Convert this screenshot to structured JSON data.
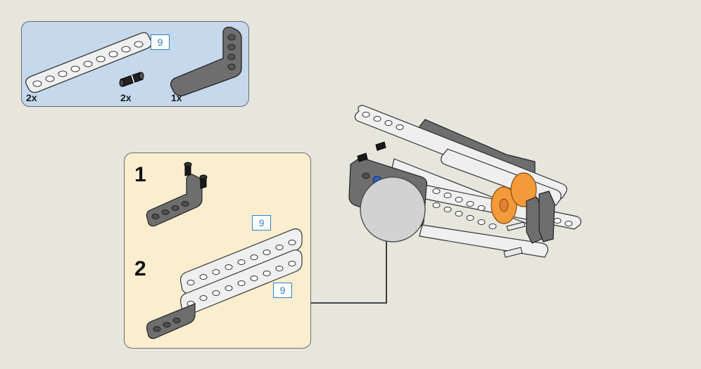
{
  "parts_list": [
    {
      "qty": "2x",
      "length": "9"
    },
    {
      "qty": "2x"
    },
    {
      "qty": "1x"
    }
  ],
  "substeps": [
    {
      "number": "1"
    },
    {
      "number": "2",
      "length_tags": [
        "9",
        "9"
      ]
    }
  ],
  "colors": {
    "parts_bg": "#c5d8ec",
    "substep_bg": "#fbeecf",
    "page_bg": "#e6e6dd",
    "light_gray": "#e9e9e9",
    "dark_gray": "#6e6e6e",
    "black_pin": "#1a1a1a",
    "orange": "#f39a3a",
    "blue_pin": "#2a62c6",
    "length_blue": "#2a83c8"
  }
}
